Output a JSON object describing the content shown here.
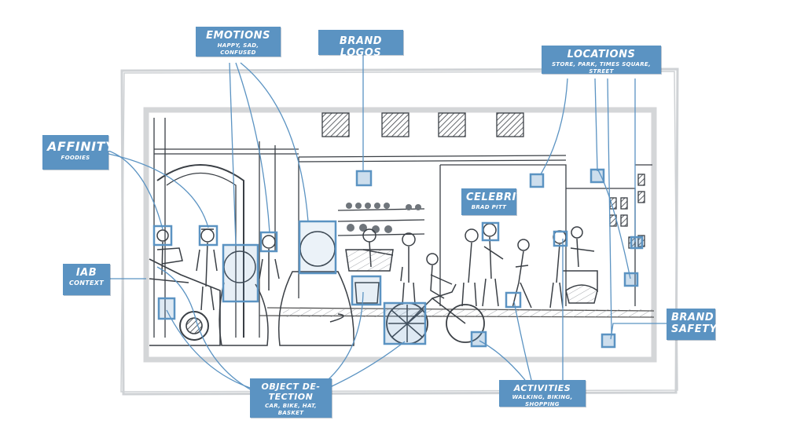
{
  "labels": {
    "emotions": {
      "title": "EMOTIONS",
      "sub": "HAPPY, SAD, CONFUSED"
    },
    "brand_logos": {
      "title": "BRAND LOGOS"
    },
    "locations": {
      "title": "LOCATIONS",
      "sub": "STORE, PARK, TIMES SQUARE, STREET"
    },
    "affinity": {
      "title": "AFFINITY",
      "sub": "FOODIES"
    },
    "celebrity": {
      "title": "CELEBRITY",
      "sub": "BRAD PITT"
    },
    "iab": {
      "title": "IAB",
      "title2": "CONTEXT"
    },
    "brand_safety": {
      "title": "BRAND",
      "title2": "SAFETY"
    },
    "object_detection": {
      "title": "OBJECT DE-",
      "title2": "TECTION",
      "sub": "CAR, BIKE, HAT, BASKET"
    },
    "activities": {
      "title": "ACTIVITIES",
      "sub": "WALKING, BIKING, SHOPPING"
    }
  },
  "colors": {
    "accent": "#5b93c2",
    "sketch": "#3a3f45",
    "frame": "#cfd2d5"
  }
}
